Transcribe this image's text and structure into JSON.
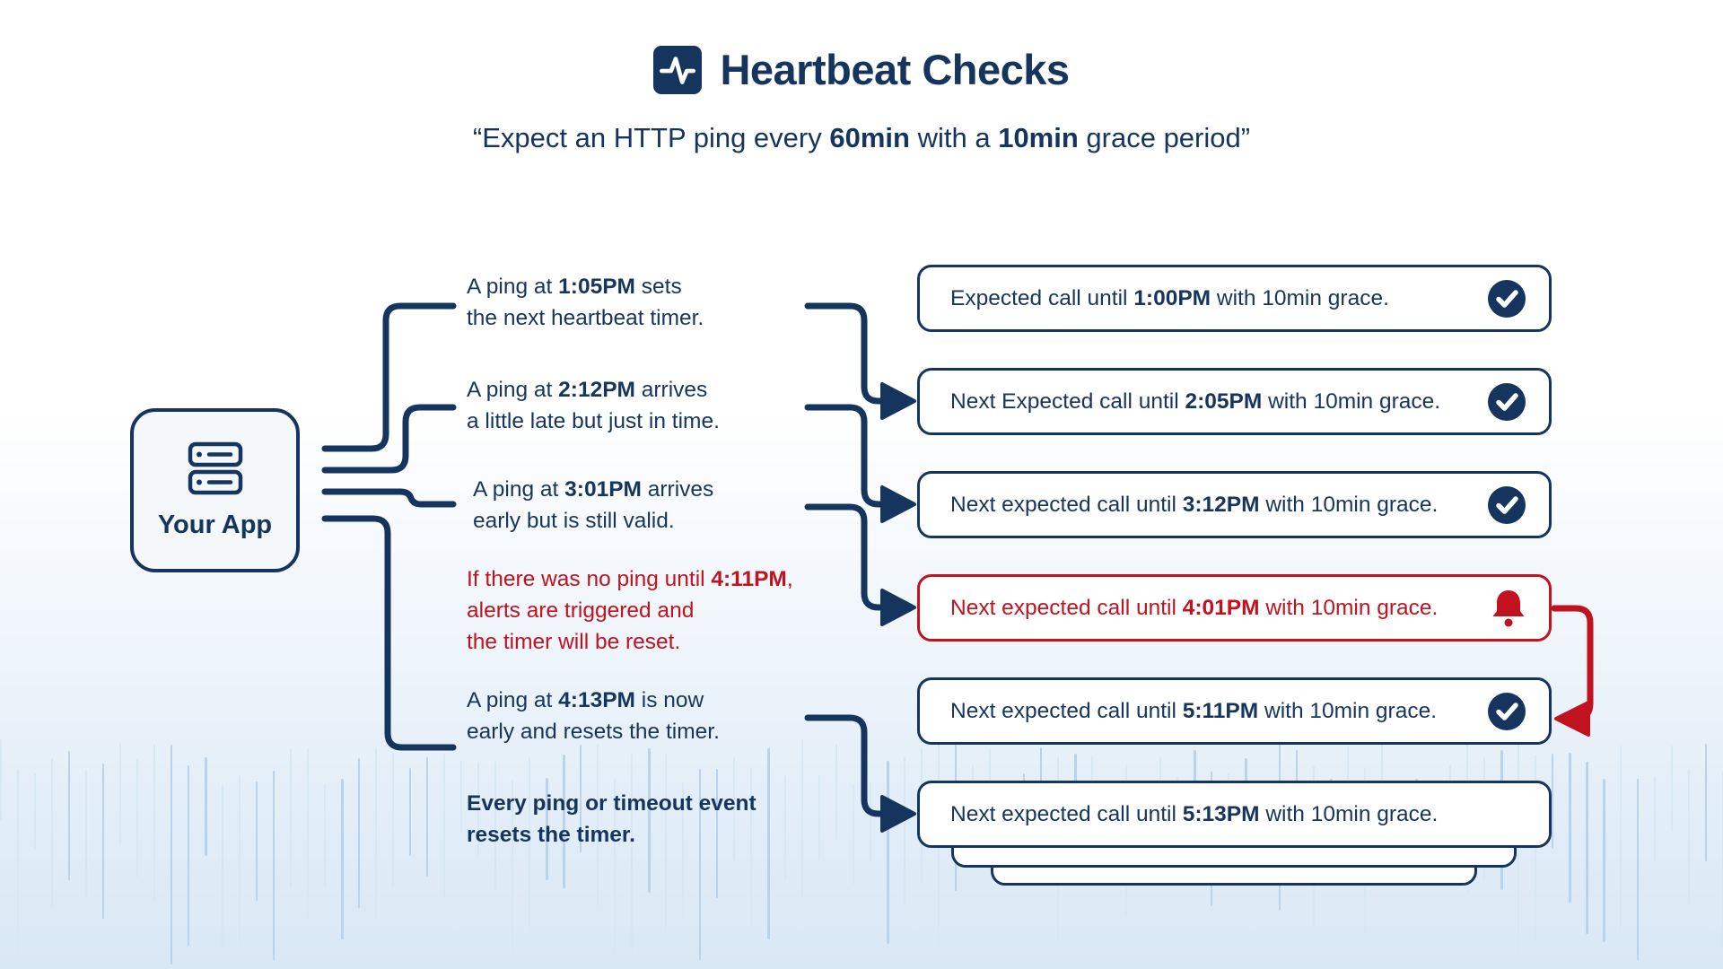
{
  "header": {
    "title": "Heartbeat Checks",
    "subtitle": {
      "pre": "“Expect an HTTP ping every ",
      "bold1": "60min",
      "mid": " with a ",
      "bold2": "10min",
      "post": " grace period”"
    }
  },
  "app": {
    "label": "Your App"
  },
  "events": [
    {
      "pre": "A ping at ",
      "time": "1:05PM",
      "post1": " sets",
      "post2": "the next heartbeat timer."
    },
    {
      "pre": "A ping at ",
      "time": "2:12PM",
      "post1": " arrives",
      "post2": "a little late but just in time."
    },
    {
      "pre": "A ping at ",
      "time": "3:01PM",
      "post1": " arrives",
      "post2": "early but is still valid."
    },
    {
      "pre": "If there was no ping until ",
      "time": "4:11PM",
      "post1": ",",
      "post2": "alerts are triggered and",
      "post3": "the timer will be reset."
    },
    {
      "pre": "A ping at ",
      "time": "4:13PM",
      "post1": " is now",
      "post2": "early and resets the timer."
    },
    {
      "line1": "Every ping or timeout event",
      "line2": "resets the timer."
    }
  ],
  "states": [
    {
      "pre": "Expected call until ",
      "time": "1:00PM",
      "post": " with 10min grace.",
      "icon": "check"
    },
    {
      "pre": "Next Expected call until ",
      "time": "2:05PM",
      "post": " with 10min grace.",
      "icon": "check"
    },
    {
      "pre": "Next expected call until ",
      "time": "3:12PM",
      "post": " with 10min grace.",
      "icon": "check"
    },
    {
      "pre": "Next expected call until ",
      "time": "4:01PM",
      "post": " with 10min grace.",
      "icon": "bell"
    },
    {
      "pre": "Next expected call until ",
      "time": "5:11PM",
      "post": " with 10min grace.",
      "icon": "check"
    },
    {
      "pre": "Next expected call until ",
      "time": "5:13PM",
      "post": " with 10min grace.",
      "icon": "none"
    }
  ],
  "colors": {
    "navy": "#16355e",
    "red": "#c1121f",
    "app_box_bg": "#f5f8fb",
    "state_box_bg": "#ffffff",
    "waveform_bar_dark": "#b9d4ea",
    "waveform_bar_light": "#d7e8f5"
  }
}
